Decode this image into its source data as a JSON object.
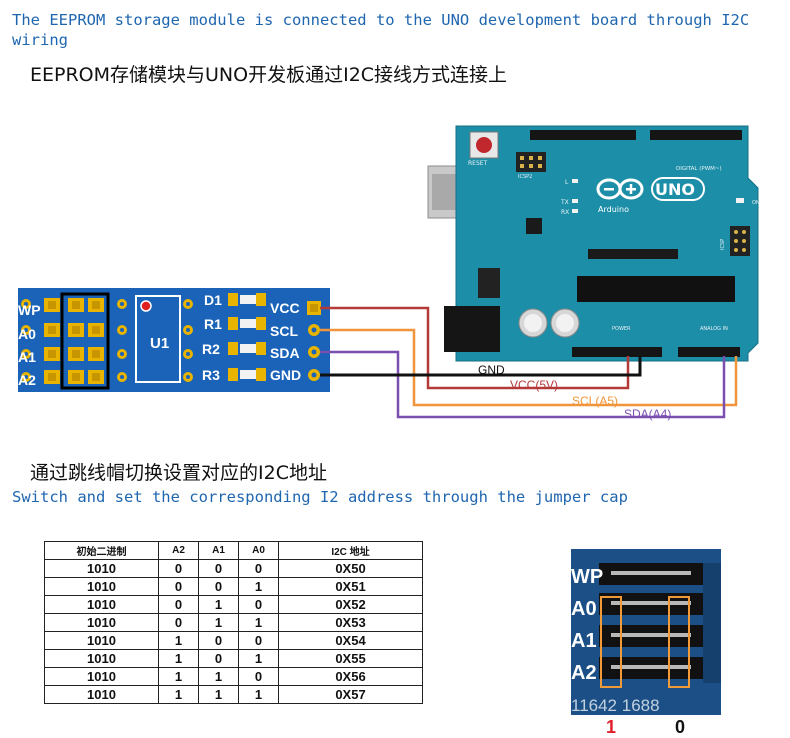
{
  "title_en": "The EEPROM storage module is connected to the UNO development board through I2C wiring",
  "title_zh": "EEPROM存储模块与UNO开发板通过I2C接线方式连接上",
  "subtitle_zh": "通过跳线帽切换设置对应的I2C地址",
  "subtitle_en": "Switch and set the corresponding I2 address through the jumper cap",
  "module": {
    "left_pins": [
      "WP",
      "A0",
      "A1",
      "A2"
    ],
    "chip_label": "U1",
    "right_labels": [
      "D1",
      "R1",
      "R2",
      "R3"
    ],
    "header_pins": [
      "VCC",
      "SCL",
      "SDA",
      "GND"
    ]
  },
  "arduino": {
    "brand": "Arduino",
    "model": "UNO",
    "reset_label": "RESET",
    "icsp2_label": "ICSP2",
    "icsp_label": "ICSP",
    "digital_label": "DIGITAL (PWM~)",
    "power_label": "POWER",
    "analog_label": "ANALOG IN",
    "led_labels": [
      "L",
      "TX",
      "RX",
      "ON"
    ]
  },
  "wires": [
    {
      "label": "GND",
      "color": "#111111"
    },
    {
      "label": "VCC(5V)",
      "color": "#b43a3a"
    },
    {
      "label": "SCL(A5)",
      "color": "#f0953b"
    },
    {
      "label": "SDA(A4)",
      "color": "#7a4fb0"
    }
  ],
  "table": {
    "headers": [
      "初始二进制",
      "A2",
      "A1",
      "A0",
      "I2C 地址"
    ],
    "rows": [
      [
        "1010",
        "0",
        "0",
        "0",
        "0X50"
      ],
      [
        "1010",
        "0",
        "0",
        "1",
        "0X51"
      ],
      [
        "1010",
        "0",
        "1",
        "0",
        "0X52"
      ],
      [
        "1010",
        "0",
        "1",
        "1",
        "0X53"
      ],
      [
        "1010",
        "1",
        "0",
        "0",
        "0X54"
      ],
      [
        "1010",
        "1",
        "0",
        "1",
        "0X55"
      ],
      [
        "1010",
        "1",
        "1",
        "0",
        "0X56"
      ],
      [
        "1010",
        "1",
        "1",
        "1",
        "0X57"
      ]
    ]
  },
  "jumper_photo": {
    "pin_labels": [
      "WP",
      "A0",
      "A1",
      "A2"
    ],
    "watermark": "11642 1688",
    "col_labels": [
      {
        "text": "1",
        "color": "#e0202a"
      },
      {
        "text": "0",
        "color": "#111111"
      }
    ]
  },
  "colors": {
    "pcb_blue": "#1a63b8",
    "arduino_teal": "#1d8ea8",
    "gold": "#e8b400",
    "title_blue": "#1f66b0"
  }
}
